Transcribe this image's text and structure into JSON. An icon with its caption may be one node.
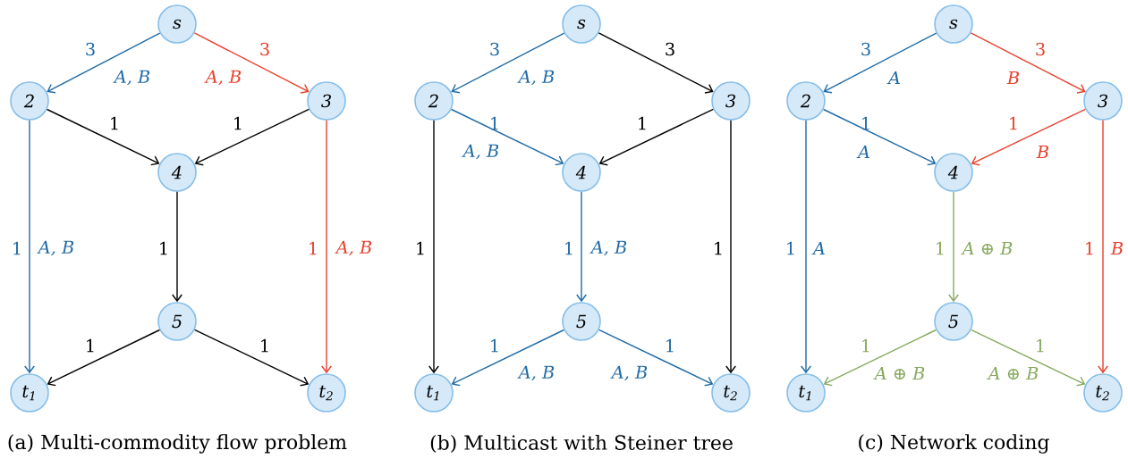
{
  "diagram": {
    "nodes": [
      {
        "text": [
          "s"
        ]
      },
      {
        "text": [
          "2"
        ]
      },
      {
        "text": [
          "3"
        ]
      },
      {
        "text": [
          "4"
        ]
      },
      {
        "text": [
          "5"
        ]
      },
      {
        "text": [
          "t$_{1}$"
        ]
      },
      {
        "text": [
          "t$_{2}$"
        ]
      },
      {
        "text": [
          "s"
        ]
      },
      {
        "text": [
          "2"
        ]
      },
      {
        "text": [
          "3"
        ]
      },
      {
        "text": [
          "4"
        ]
      },
      {
        "text": [
          "5"
        ]
      },
      {
        "text": [
          "t$_{1}$"
        ]
      },
      {
        "text": [
          "t$_{2}$"
        ]
      },
      {
        "text": [
          "s"
        ]
      },
      {
        "text": [
          "2"
        ]
      },
      {
        "text": [
          "3"
        ]
      },
      {
        "text": [
          "4"
        ]
      },
      {
        "text": [
          "5"
        ]
      },
      {
        "text": [
          "t$_{1}$"
        ]
      },
      {
        "text": [
          "t$_{2}$"
        ]
      }
    ],
    "edges": [
      {
        "from": 0,
        "to": 1,
        "arrow": "to",
        "label": "3",
        "color": "#1f6aa5"
      },
      {
        "from": 0,
        "to": 2,
        "arrow": "to",
        "label": "3",
        "color": "#e8402c"
      },
      {
        "from": 1,
        "to": 3,
        "arrow": "to",
        "label": "1",
        "color": "#000000"
      },
      {
        "from": 2,
        "to": 3,
        "arrow": "to",
        "label": "1",
        "color": "#000000"
      },
      {
        "from": 1,
        "to": 5,
        "arrow": "to",
        "label": "1",
        "color": "#1f6aa5"
      },
      {
        "from": 2,
        "to": 6,
        "arrow": "to",
        "label": "1",
        "color": "#e8402c"
      },
      {
        "from": 3,
        "to": 4,
        "arrow": "to",
        "label": "1",
        "color": "#000000"
      },
      {
        "from": 4,
        "to": 5,
        "arrow": "to",
        "label": "1",
        "color": "#000000"
      },
      {
        "from": 4,
        "to": 6,
        "arrow": "to",
        "label": "1",
        "color": "#000000"
      },
      {
        "from": 7,
        "to": 8,
        "arrow": "to",
        "label": "3",
        "color": "#1f6aa5"
      },
      {
        "from": 7,
        "to": 9,
        "arrow": "to",
        "label": "3",
        "color": "#000000"
      },
      {
        "from": 8,
        "to": 10,
        "arrow": "to",
        "label": "1",
        "color": "#1f6aa5"
      },
      {
        "from": 9,
        "to": 10,
        "arrow": "to",
        "label": "1",
        "color": "#000000"
      },
      {
        "from": 8,
        "to": 12,
        "arrow": "to",
        "label": "1",
        "color": "#000000"
      },
      {
        "from": 9,
        "to": 13,
        "arrow": "to",
        "label": "1",
        "color": "#000000"
      },
      {
        "from": 10,
        "to": 11,
        "arrow": "to",
        "label": "1",
        "color": "#1f6aa5"
      },
      {
        "from": 11,
        "to": 12,
        "arrow": "to",
        "label": "1",
        "color": "#1f6aa5"
      },
      {
        "from": 11,
        "to": 13,
        "arrow": "to",
        "label": "1",
        "color": "#1f6aa5"
      },
      {
        "from": 14,
        "to": 15,
        "arrow": "to",
        "label": "3",
        "color": "#1f6aa5"
      },
      {
        "from": 14,
        "to": 16,
        "arrow": "to",
        "label": "3",
        "color": "#e8402c"
      },
      {
        "from": 15,
        "to": 17,
        "arrow": "to",
        "label": "1",
        "color": "#1f6aa5"
      },
      {
        "from": 16,
        "to": 17,
        "arrow": "to",
        "label": "1",
        "color": "#e8402c"
      },
      {
        "from": 15,
        "to": 19,
        "arrow": "to",
        "label": "1",
        "color": "#1f6aa5"
      },
      {
        "from": 16,
        "to": 20,
        "arrow": "to",
        "label": "1",
        "color": "#e8402c"
      },
      {
        "from": 17,
        "to": 18,
        "arrow": "to",
        "label": "1",
        "color": "#86a95e"
      },
      {
        "from": 18,
        "to": 19,
        "arrow": "to",
        "label": "1",
        "color": "#86a95e"
      },
      {
        "from": 18,
        "to": 20,
        "arrow": "to",
        "label": "1",
        "color": "#86a95e"
      }
    ],
    "labels": [
      "A, B",
      "A, B",
      "A, B",
      "A, B",
      "A, B",
      "A, B",
      "A, B",
      "A, B",
      "A, B",
      "A",
      "B",
      "A",
      "B",
      "A",
      "A ⊕ B",
      "B",
      "A ⊕ B",
      "A ⊕ B",
      "(a) Multi-commodity flow problem",
      "(b) Multicast with Steiner tree",
      "(c) Network coding"
    ]
  }
}
